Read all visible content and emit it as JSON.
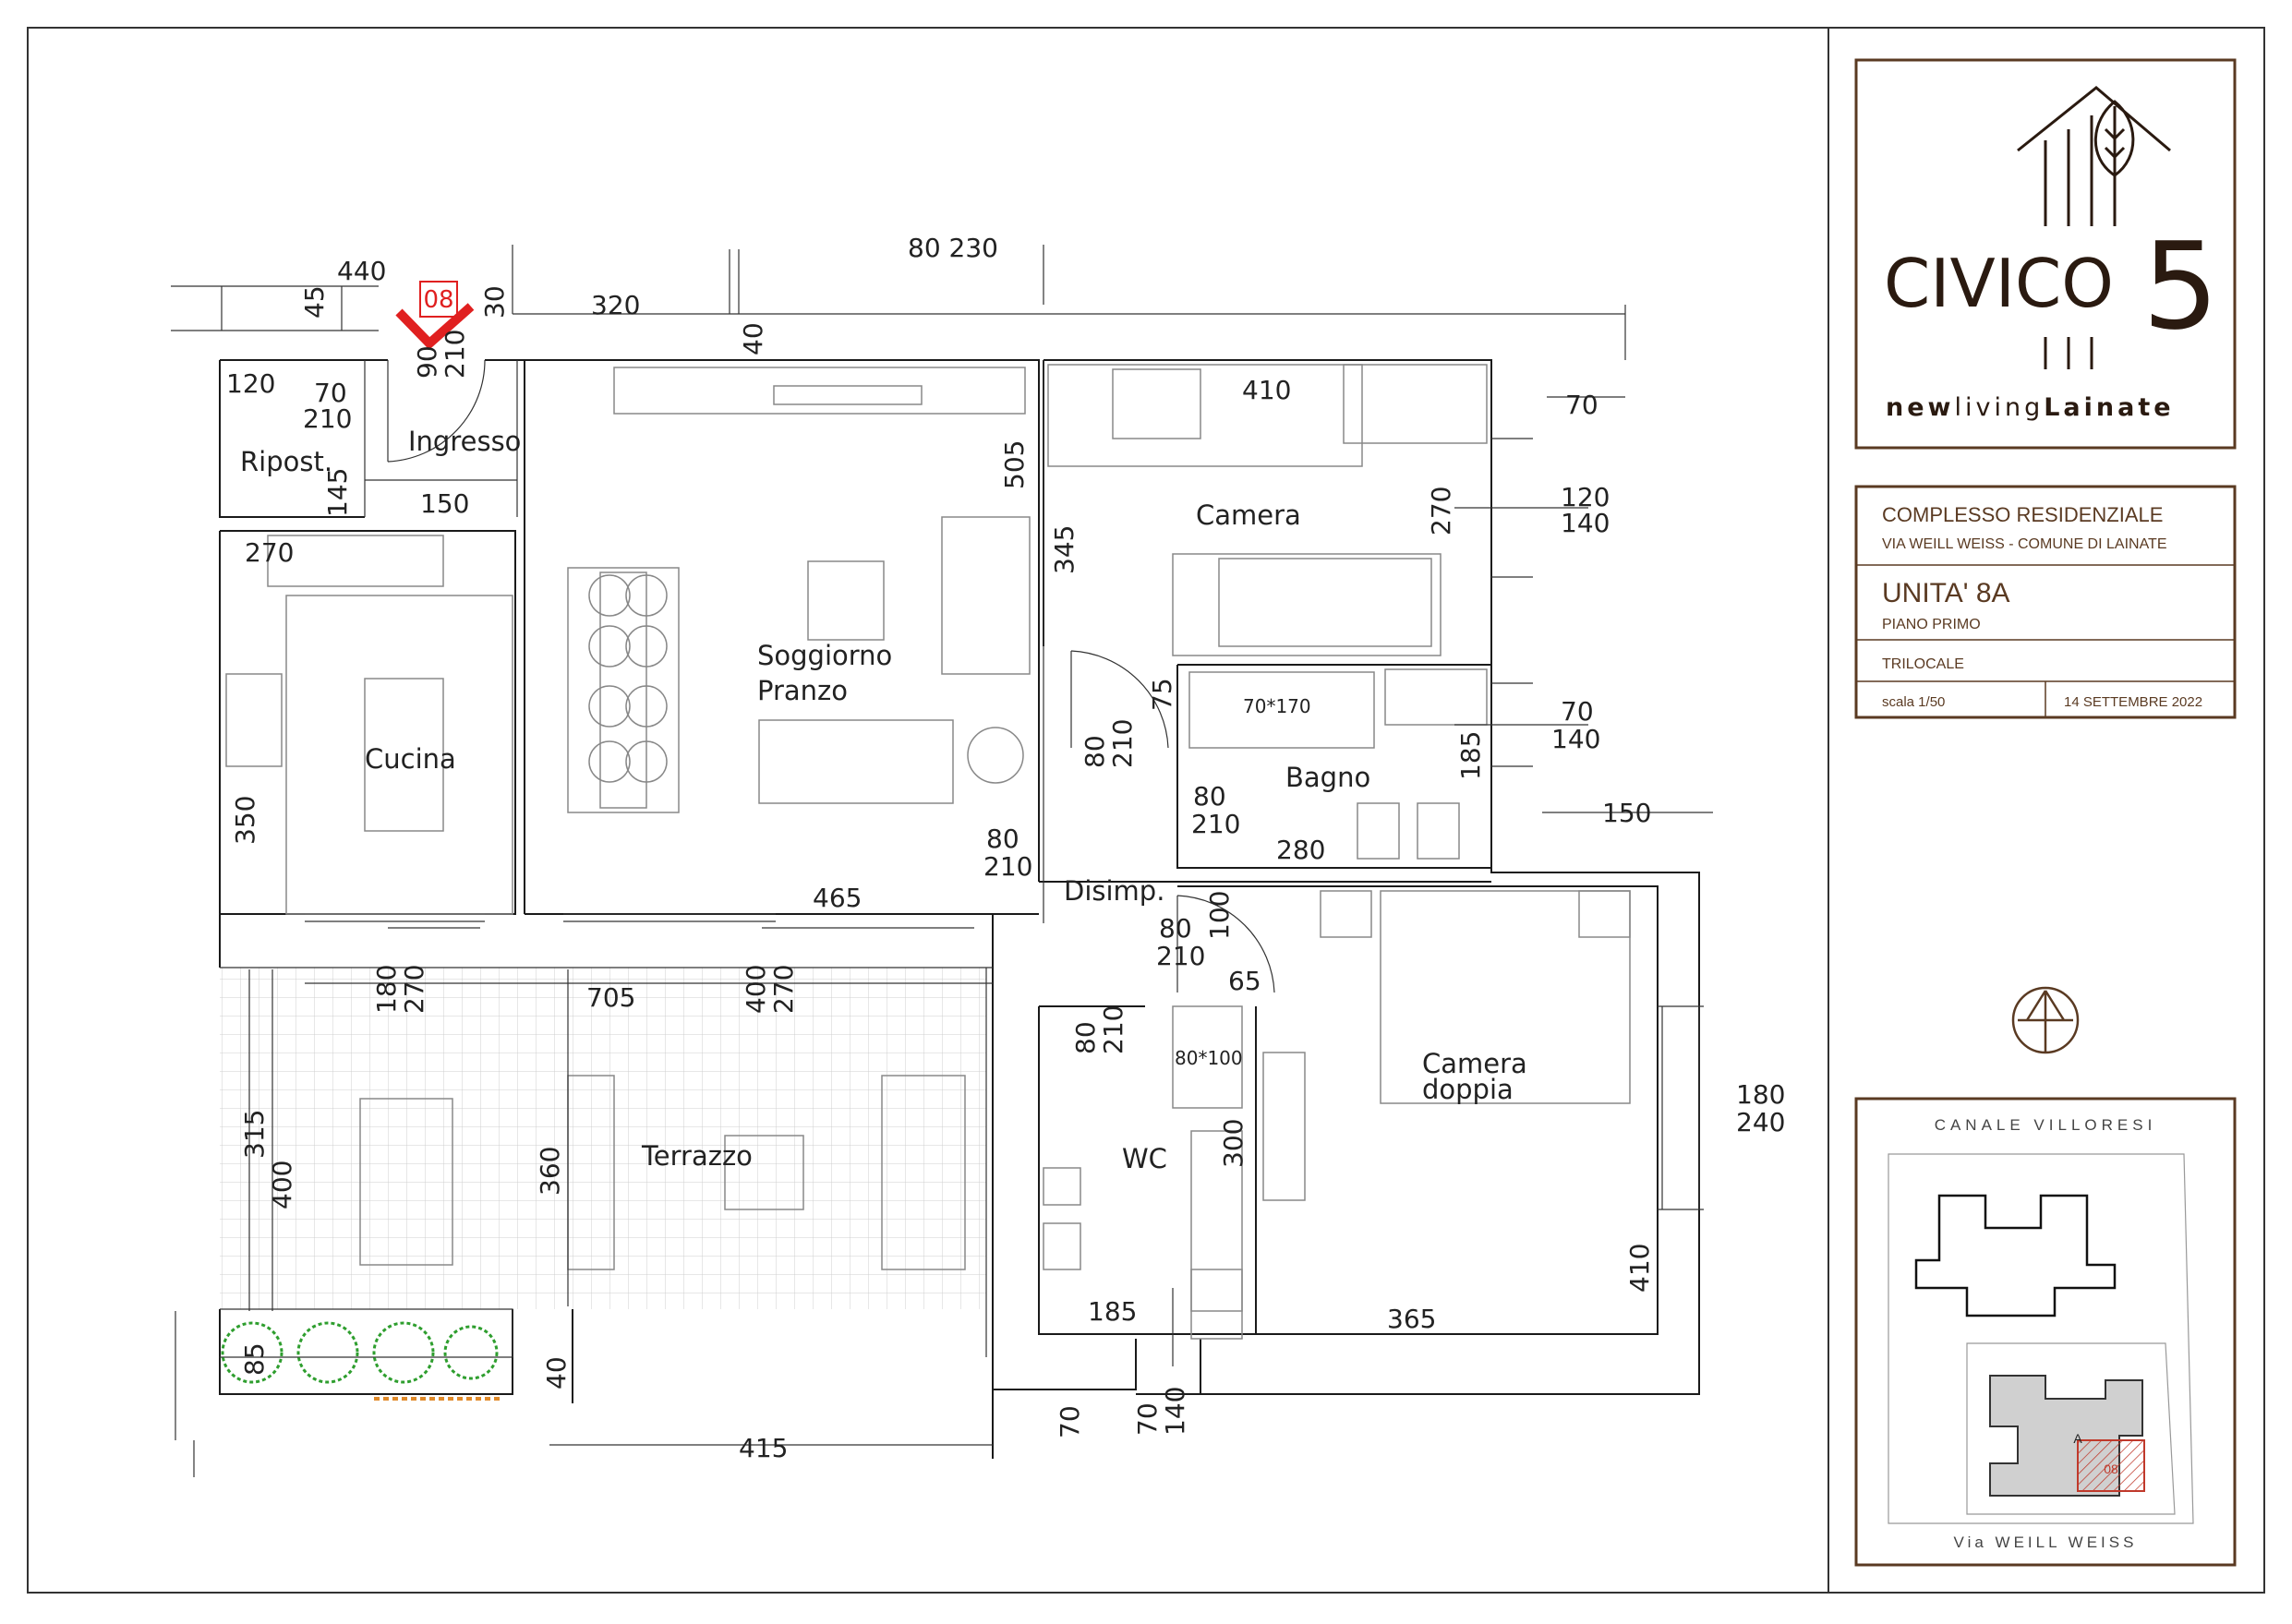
{
  "title_block": {
    "logo": {
      "name_part": "CIVICO",
      "number": "5",
      "tagline_new": "new",
      "tagline_living": "living",
      "tagline_city": "Lainate"
    },
    "project_title": "COMPLESSO RESIDENZIALE",
    "project_address": "VIA WEILL WEISS - COMUNE DI LAINATE",
    "unit": "UNITA' 8A",
    "floor": "PIANO PRIMO",
    "type": "TRILOCALE",
    "scale": "scala 1/50",
    "date": "14 SETTEMBRE 2022",
    "keyplan_top": "CANALE VILLORESI",
    "keyplan_bottom": "Via  WEILL WEISS",
    "keyplan_unit": "08",
    "keyplan_marker": "A",
    "north_icon": "compass-icon"
  },
  "floor_plan": {
    "unit_marker": "08",
    "rooms": {
      "ingresso": "Ingresso",
      "ripost": "Ripost.",
      "camera": "Camera",
      "soggiorno_1": "Soggiorno",
      "soggiorno_2": "Pranzo",
      "cucina": "Cucina",
      "bagno": "Bagno",
      "disimp": "Disimp.",
      "wc": "WC",
      "camera_doppia_1": "Camera",
      "camera_doppia_2": "doppia",
      "terrazzo": "Terrazzo"
    },
    "fixtures": {
      "tub": "70*170",
      "shower": "80*100"
    },
    "dimensions": {
      "d440": "440",
      "d45": "45",
      "d30": "30",
      "d320": "320",
      "d40top": "40",
      "d80_230": "80  230",
      "d90": "90",
      "d210_door": "210",
      "d120": "120",
      "d70_rip": "70",
      "d210_rip": "210",
      "d145": "145",
      "d150_ing": "150",
      "d505": "505",
      "d410_cam": "410",
      "d70_right": "70",
      "d120_w": "120",
      "d140_w": "140",
      "d270_cam": "270",
      "d345": "345",
      "d270_cuc": "270",
      "d350": "350",
      "d75": "75",
      "d80_bd": "80",
      "d210_bd": "210",
      "d70_ba": "70",
      "d140_ba": "140",
      "d185_ba": "185",
      "d80_ba": "80",
      "d210_ba": "210",
      "d280": "280",
      "d150_r": "150",
      "d80_sp": "80",
      "d210_sp": "210",
      "d465": "465",
      "d80_di": "80",
      "d210_di": "210",
      "d100": "100",
      "d65": "65",
      "d180_t": "180",
      "d270_t": "270",
      "d400_t": "400",
      "d270_t2": "270",
      "d705": "705",
      "d80_wc": "80",
      "d210_wc": "210",
      "d180_cd": "180",
      "d240_cd": "240",
      "d315": "315",
      "d400_l": "400",
      "d360": "360",
      "d300": "300",
      "d410_cd": "410",
      "d185_wc": "185",
      "d365": "365",
      "d85": "85",
      "d40_b": "40",
      "d70_b": "70",
      "d70_bw": "70",
      "d140_bw": "140",
      "d415": "415"
    }
  }
}
